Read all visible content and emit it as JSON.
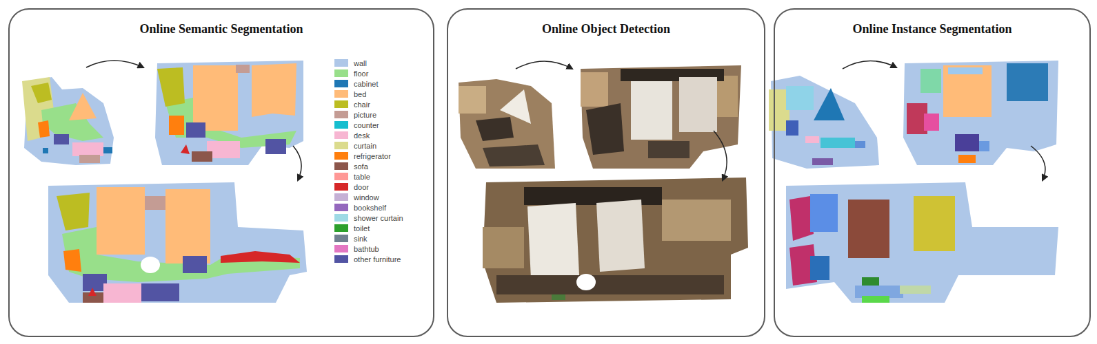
{
  "diagram": {
    "nodes": [
      {
        "text": [
          "Online Semantic Segmentation"
        ]
      },
      {
        "text": [
          "Online Object Detection"
        ]
      },
      {
        "text": [
          "Online Instance Segmentation"
        ]
      }
    ],
    "legend": [
      {
        "text": "wall",
        "color": "#aec7e8"
      },
      {
        "text": "floor",
        "color": "#98df8a"
      },
      {
        "text": "cabinet",
        "color": "#1f77b4"
      },
      {
        "text": "bed",
        "color": "#ffbb78"
      },
      {
        "text": "chair",
        "color": "#bcbd22"
      },
      {
        "text": "picture",
        "color": "#c49c94"
      },
      {
        "text": "counter",
        "color": "#17becf"
      },
      {
        "text": "desk",
        "color": "#f7b6d2"
      },
      {
        "text": "curtain",
        "color": "#dbdb8d"
      },
      {
        "text": "refrigerator",
        "color": "#ff7f0e"
      },
      {
        "text": "sofa",
        "color": "#8c564b"
      },
      {
        "text": "table",
        "color": "#ff9896"
      },
      {
        "text": "door",
        "color": "#d62728"
      },
      {
        "text": "window",
        "color": "#c5b0d5"
      },
      {
        "text": "bookshelf",
        "color": "#9467bd"
      },
      {
        "text": "shower curtain",
        "color": "#9edae5"
      },
      {
        "text": "toilet",
        "color": "#2ca02c"
      },
      {
        "text": "sink",
        "color": "#708090"
      },
      {
        "text": "bathtub",
        "color": "#e377c2"
      },
      {
        "text": "other furniture",
        "color": "#5254a3"
      }
    ]
  }
}
